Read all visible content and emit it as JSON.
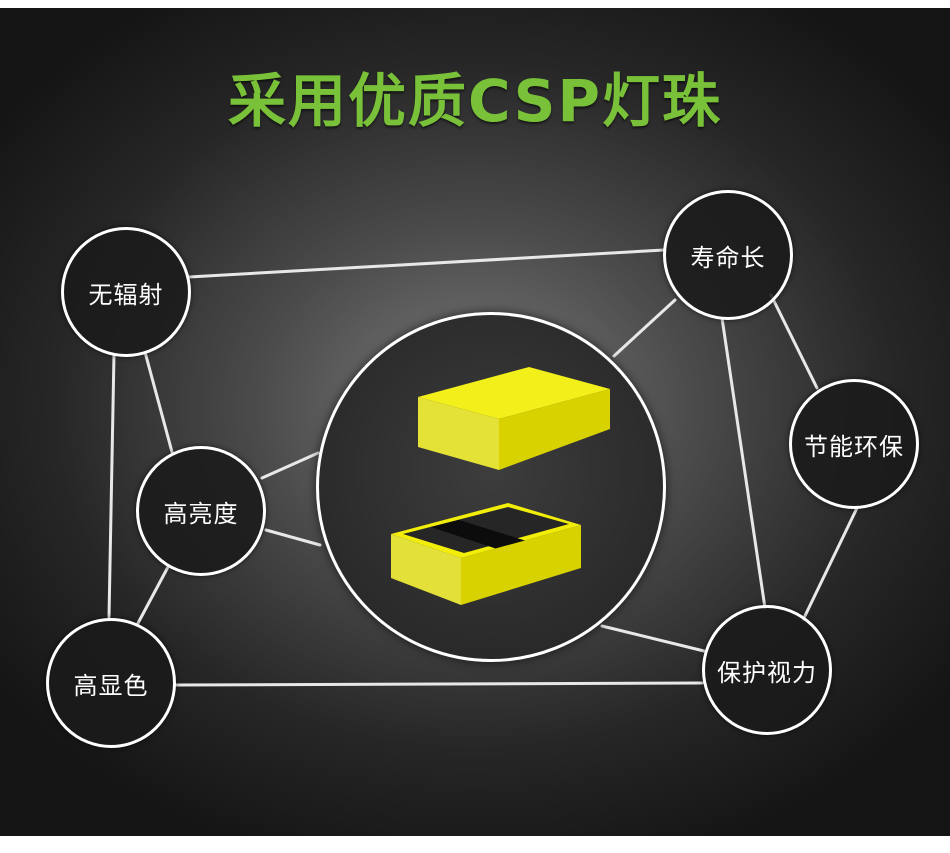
{
  "title": "采用优质CSP灯珠",
  "colors": {
    "title_green": "#7ac13a",
    "node_border": "#ffffff",
    "chip_yellow": "#e6e600",
    "background_dark": "#151515"
  },
  "nodes": {
    "no_radiation": "无辐射",
    "long_life": "寿命长",
    "eco_friendly": "节能环保",
    "high_brightness": "高亮度",
    "high_color_rendering": "高显色",
    "eye_protection": "保护视力"
  },
  "center_image": {
    "icon": "csp-led-chip-icon"
  }
}
